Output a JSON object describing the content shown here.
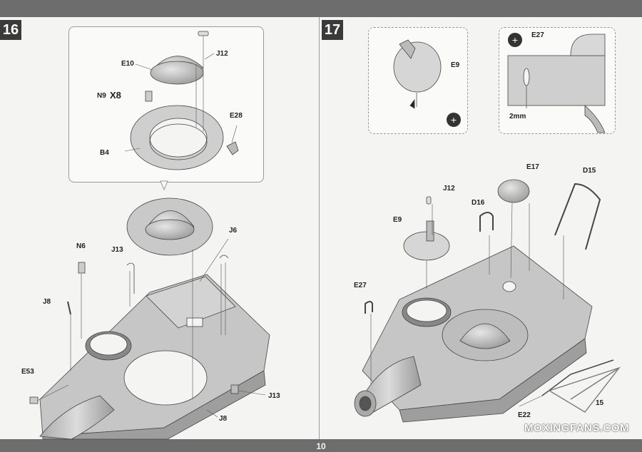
{
  "page_number": "10",
  "steps": [
    "16",
    "17"
  ],
  "step16": {
    "callout": {
      "E10": "E10",
      "J12": "J12",
      "N9": "N9",
      "qty": "X8",
      "E28": "E28",
      "B4": "B4"
    },
    "main": {
      "N6": "N6",
      "J13a": "J13",
      "J6": "J6",
      "J8a": "J8",
      "E53": "E53",
      "J13b": "J13",
      "J8b": "J8"
    }
  },
  "step17": {
    "detail_a": {
      "E9": "E9"
    },
    "detail_b": {
      "E27": "E27",
      "measure": "2mm"
    },
    "main": {
      "E17": "E17",
      "D15": "D15",
      "J12": "J12",
      "D16": "D16",
      "E9": "E9",
      "E27": "E27",
      "E22": "E22",
      "tail": "15"
    }
  },
  "watermark": "MOXINGFANS.COM",
  "colors": {
    "band": "#6d6d6d",
    "badge": "#3a3a3a",
    "part": "#bdbdbd",
    "part_shade": "#9a9a9a"
  }
}
